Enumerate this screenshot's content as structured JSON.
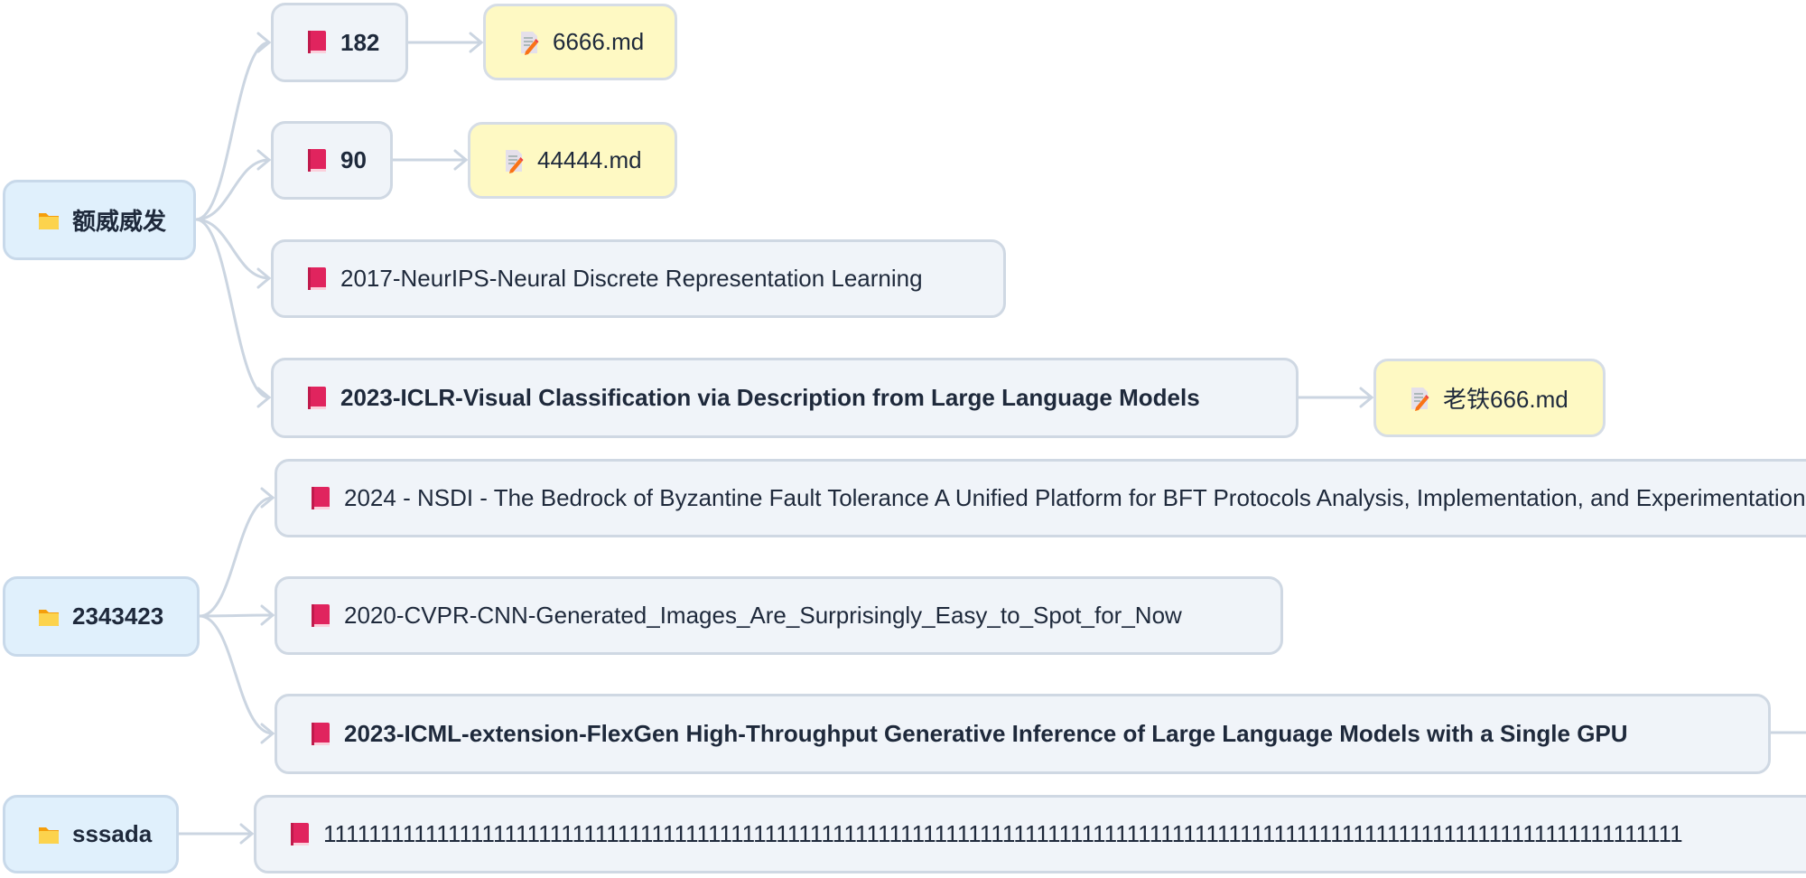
{
  "colors": {
    "node_bg": "#f0f4f9",
    "root_bg": "#e0f0fc",
    "md_bg": "#fef9c3",
    "edge": "#cbd5e1",
    "text": "#1e293b",
    "book": "#e0245e",
    "folder": "#fbbf24"
  },
  "roots": [
    {
      "label": "额威威发",
      "icon": "folder-icon"
    },
    {
      "label": "2343423",
      "icon": "folder-icon"
    },
    {
      "label": "sssada",
      "icon": "folder-icon"
    }
  ],
  "papers": [
    {
      "label": "182",
      "icon": "book-icon"
    },
    {
      "label": "90",
      "icon": "book-icon"
    },
    {
      "label": "2017-NeurIPS-Neural Discrete Representation Learning",
      "icon": "book-icon"
    },
    {
      "label": "2023-ICLR-Visual Classification via Description from Large Language Models",
      "icon": "book-icon"
    },
    {
      "label": "2024 - NSDI - The Bedrock of Byzantine Fault Tolerance A Unified Platform for BFT Protocols Analysis, Implementation, and Experimentation",
      "icon": "book-icon"
    },
    {
      "label": "2020-CVPR-CNN-Generated_Images_Are_Surprisingly_Easy_to_Spot_for_Now",
      "icon": "book-icon"
    },
    {
      "label": "2023-ICML-extension-FlexGen High-Throughput Generative Inference of Large Language Models with a Single GPU",
      "icon": "book-icon"
    },
    {
      "label": "111111111111111111111111111111111111111111111111111111111111111111111111111111111111111111111111111111111111111111111111",
      "icon": "book-icon"
    }
  ],
  "notes": [
    {
      "label": "6666.md",
      "icon": "memo-icon"
    },
    {
      "label": "44444.md",
      "icon": "memo-icon"
    },
    {
      "label": "老铁666.md",
      "icon": "memo-icon"
    }
  ]
}
